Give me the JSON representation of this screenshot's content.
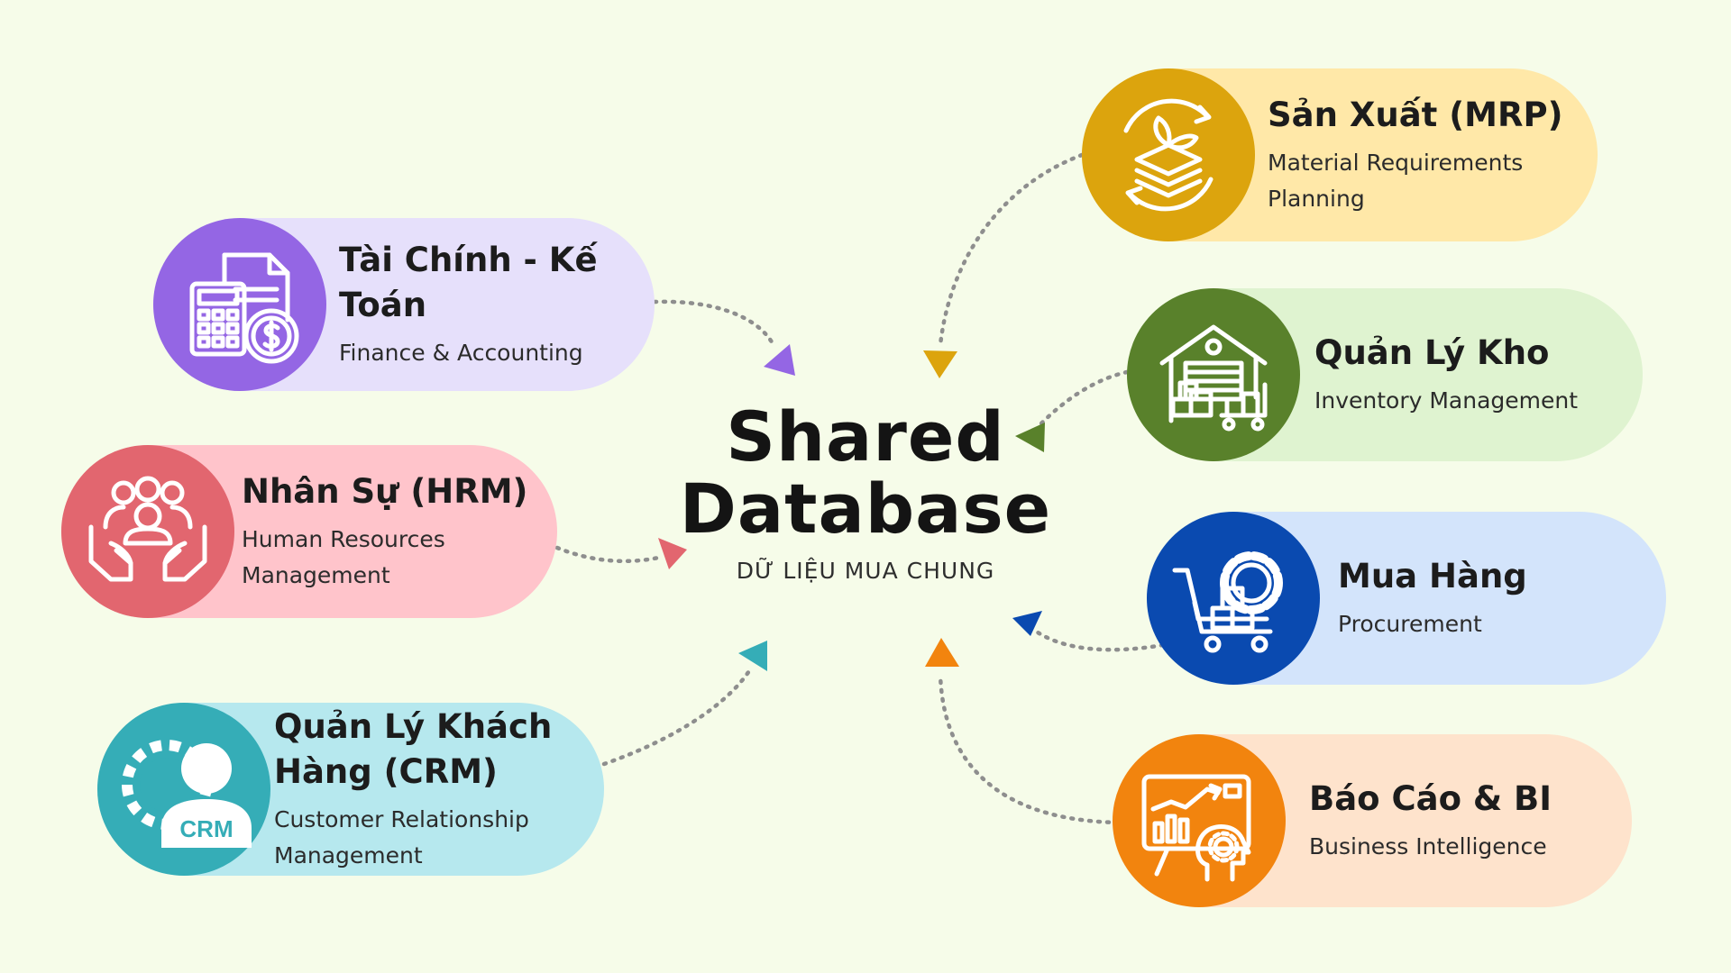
{
  "colors": {
    "background": "#f6fce9",
    "finance": "#9466e4",
    "finance_bg": "#e6e0fb",
    "hrm": "#e2666f",
    "hrm_bg": "#ffc4cb",
    "crm": "#35adb7",
    "crm_bg": "#b6e8ee",
    "mrp": "#dca40d",
    "mrp_bg": "#ffe8a8",
    "inventory": "#59812b",
    "inventory_bg": "#dff3d0",
    "procurement": "#0a4ab0",
    "procurement_bg": "#d3e4fb",
    "bi": "#f2840e",
    "bi_bg": "#fee3cc",
    "connector": "#8e8e8e"
  },
  "center": {
    "title": "Shared Database",
    "subtitle": "DỮ LIỆU MUA CHUNG"
  },
  "modules": {
    "finance": {
      "title": "Tài Chính - Kế Toán",
      "subtitle": "Finance & Accounting",
      "icon": "calculator-invoice-coin-icon"
    },
    "hrm": {
      "title": "Nhân Sự (HRM)",
      "subtitle": "Human Resources Management",
      "icon": "people-hands-icon"
    },
    "crm": {
      "title": "Quản Lý Khách Hàng (CRM)",
      "subtitle": "Customer Relationship Management",
      "icon": "crm-person-gear-icon",
      "badge_text": "CRM"
    },
    "mrp": {
      "title": "Sản Xuất (MRP)",
      "subtitle": "Material Requirements Planning",
      "icon": "layers-leaf-cycle-icon"
    },
    "inventory": {
      "title": "Quản Lý Kho",
      "subtitle": "Inventory Management",
      "icon": "warehouse-icon"
    },
    "procurement": {
      "title": "Mua Hàng",
      "subtitle": "Procurement",
      "icon": "cart-gear-icon"
    },
    "bi": {
      "title": "Báo Cáo & BI",
      "subtitle": "Business Intelligence",
      "icon": "report-analytics-icon"
    }
  }
}
